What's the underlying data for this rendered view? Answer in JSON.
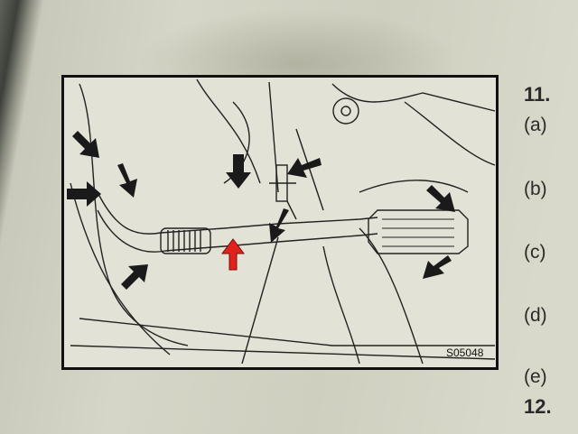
{
  "figure": {
    "code": "S05048",
    "arrow_colors": {
      "black": "#1a1a1a",
      "red": "#e0221c"
    }
  },
  "steps": {
    "step_11": "11.",
    "sub_a": "(a)",
    "sub_b": "(b)",
    "sub_c": "(c)",
    "sub_d": "(d)",
    "sub_e": "(e)",
    "step_12": "12."
  }
}
